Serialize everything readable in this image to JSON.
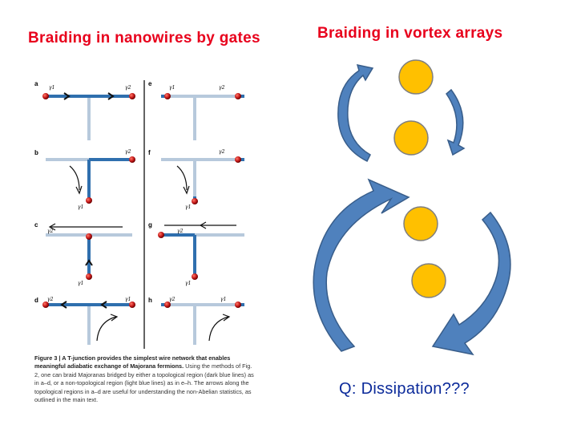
{
  "titles": {
    "left": "Braiding in nanowires by gates",
    "right": "Braiding in vortex arrays"
  },
  "figure": {
    "panel_letters": [
      "a",
      "e",
      "b",
      "f",
      "c",
      "g",
      "d",
      "h"
    ],
    "gamma1": "γ1",
    "gamma2": "γ2",
    "caption_bold": "Figure 3 | A T-junction provides the simplest wire network that enables meaningful adiabatic exchange of Majorana fermions.",
    "caption_rest": "Using the methods of Fig. 2, one can braid Majoranas bridged by either a topological region (dark blue lines) as in a–d, or a non-topological region (light blue lines) as in e–h. The arrows along the topological regions in a–d are useful for understanding the non-Abelian statistics, as outlined in the main text."
  },
  "vortex": {
    "circle_color": "#ffc000",
    "arrow_color": "#4f81bd"
  },
  "question": "Q: Dissipation???"
}
